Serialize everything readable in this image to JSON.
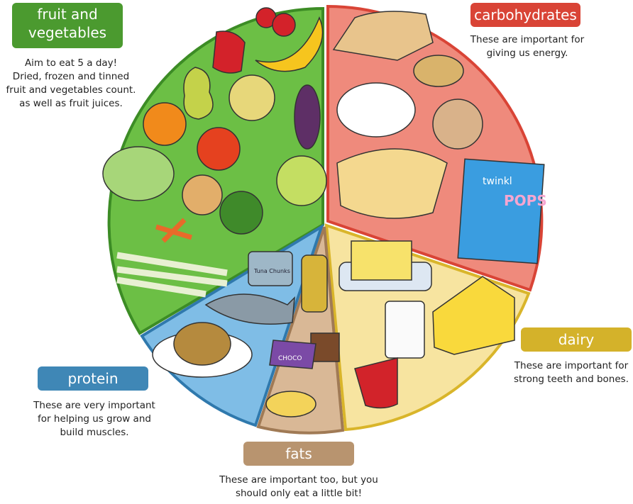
{
  "groups": {
    "fruit_veg": {
      "title_line1": "fruit and",
      "title_line2": "vegetables",
      "desc_line1": "Aim to eat 5 a day!",
      "desc_line2": "Dried, frozen and tinned",
      "desc_line3": "fruit and vegetables count.",
      "desc_line4": "as well as fruit juices.",
      "color": "#4b9a2f",
      "fill": "#6cbf45"
    },
    "carbs": {
      "title": "carbohydrates",
      "desc_line1": "These are important for",
      "desc_line2": "giving us energy.",
      "color": "#d94436",
      "fill": "#ef8a7c"
    },
    "dairy": {
      "title": "dairy",
      "desc_line1": "These are important for",
      "desc_line2": "strong teeth and bones.",
      "color": "#d4b22a",
      "fill": "#f7e4a0"
    },
    "protein": {
      "title": "protein",
      "desc_line1": "These are very important",
      "desc_line2": "for helping us grow and",
      "desc_line3": "build muscles.",
      "color": "#3f87b6",
      "fill": "#7fbde6"
    },
    "fats": {
      "title": "fats",
      "desc_line1": "These are important too, but you",
      "desc_line2": "should only eat a little bit!",
      "color": "#b8946f",
      "fill": "#d9b896"
    }
  },
  "food_labels": {
    "cereal_brand": "twinkl",
    "cereal_name": "POPS",
    "tuna": "Tuna Chunks",
    "chocolate": "CHOCO"
  }
}
